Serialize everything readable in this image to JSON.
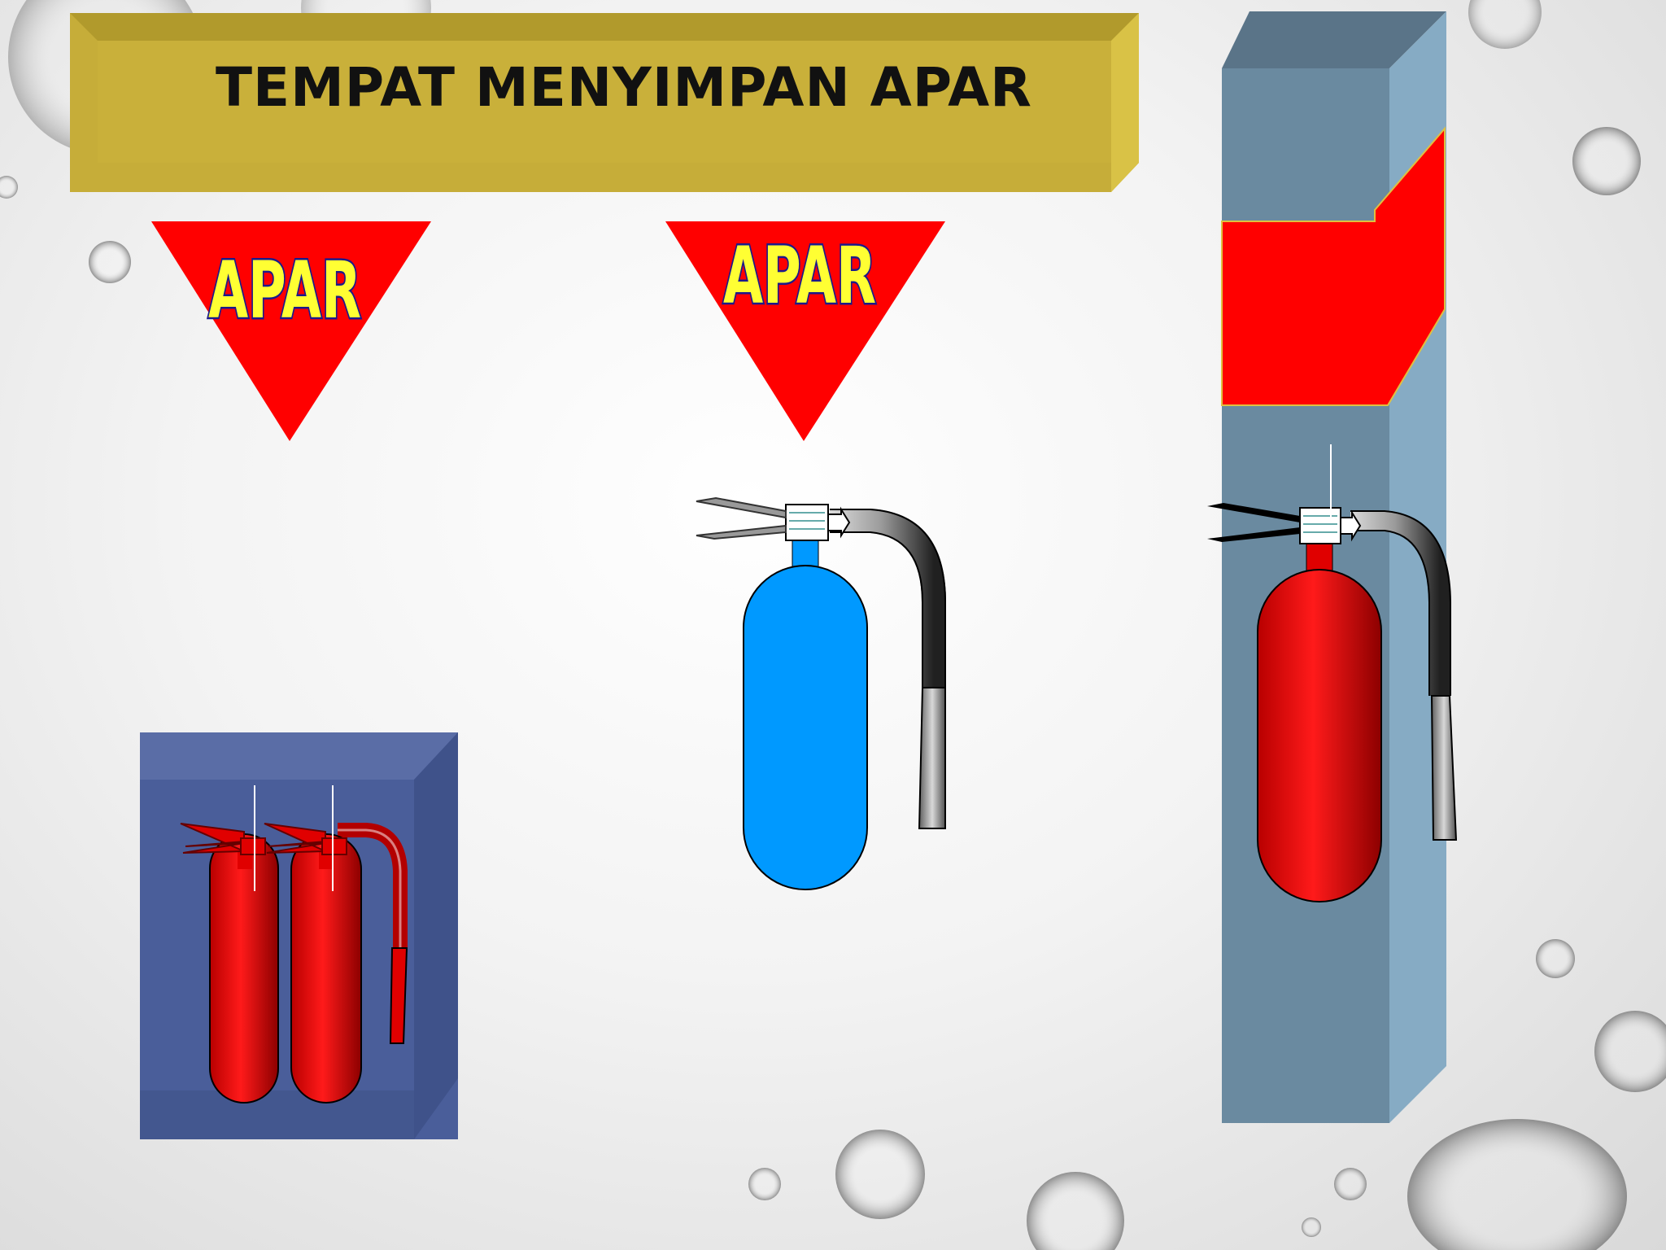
{
  "slide": {
    "title": "TEMPAT MENYIMPAN APAR",
    "signs": [
      {
        "label": "APAR"
      },
      {
        "label": "APAR"
      }
    ]
  },
  "colors": {
    "banner": "#c9b03a",
    "sign_red": "#ff0000",
    "sign_text": "#ffff33",
    "cabinet_blue": "#4a5e9a",
    "pillar": "#6e8ea4",
    "extinguisher_red": "#e00000",
    "extinguisher_blue": "#0099ff"
  },
  "icons": [
    "water-bubble",
    "warning-triangle",
    "fire-extinguisher",
    "cabinet-box",
    "wall-pillar"
  ]
}
